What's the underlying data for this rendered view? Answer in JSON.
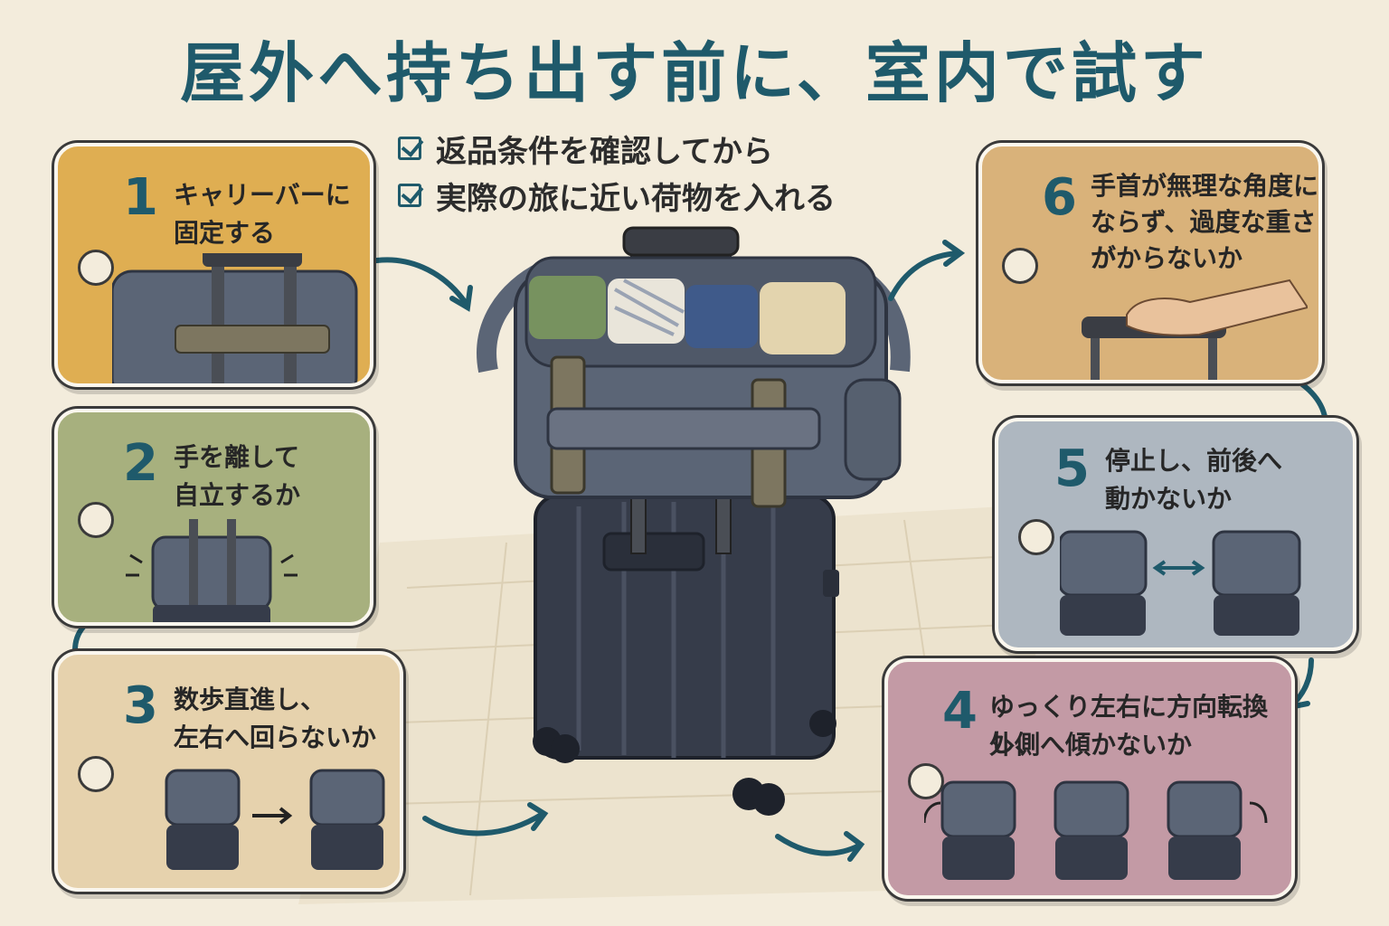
{
  "title": "屋外へ持ち出す前に、室内で試す",
  "checklist": [
    {
      "label": "返品条件を確認してから"
    },
    {
      "label": "実際の旅に近い荷物を入れる"
    }
  ],
  "steps": [
    {
      "num": "1",
      "line1": "キャリーバーに",
      "line2": "固定する",
      "line3": ""
    },
    {
      "num": "2",
      "line1": "手を離して",
      "line2": "自立するか",
      "line3": ""
    },
    {
      "num": "3",
      "line1": "数歩直進し、",
      "line2": "左右へ回らないか",
      "line3": ""
    },
    {
      "num": "4",
      "line1": "ゆっくり左右に方向転換し、",
      "line2": "外側へ傾かないか",
      "line3": ""
    },
    {
      "num": "5",
      "line1": "停止し、前後へ",
      "line2": "動かないか",
      "line3": ""
    },
    {
      "num": "6",
      "line1": "手首が無理な角度に",
      "line2": "ならず、過度な重さが",
      "line3": "かからないか"
    }
  ],
  "colors": {
    "step1": "#dfae52",
    "step2": "#a7b07e",
    "step3": "#e6d2ad",
    "step4": "#c39aa5",
    "step5": "#aeb7c0",
    "step6": "#d9b27a",
    "accent": "#1f5a6b",
    "bag": "#5b6576",
    "suitcase": "#363c4a",
    "strap": "#7d7660"
  },
  "icons": {
    "check": "check-box-icon",
    "arrow": "curved-arrow-icon",
    "hole": "tag-hole-icon"
  }
}
